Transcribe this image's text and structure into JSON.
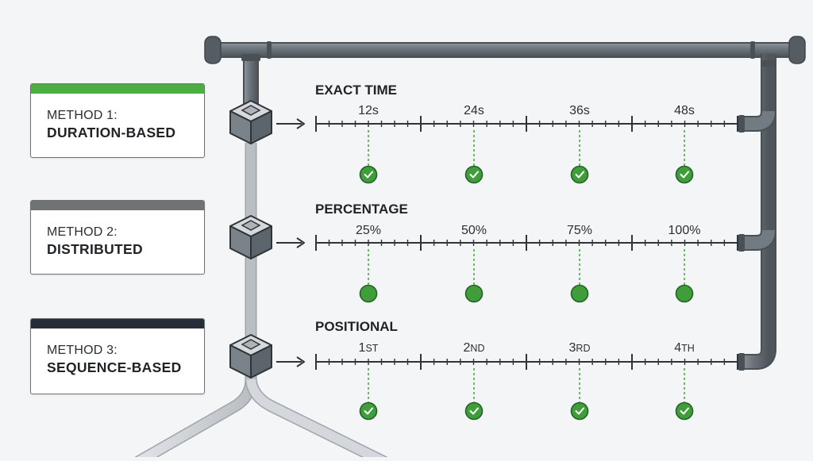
{
  "colors": {
    "pipe_dark": "#5f676e",
    "pipe_light": "#c9cdd1",
    "check_green": "#3f9e3a",
    "dash_green": "#4aab45",
    "card1_bar": "#4cae42",
    "card2_bar": "#6f7374",
    "card3_bar": "#252d38"
  },
  "methods": [
    {
      "line1": "METHOD 1:",
      "line2": "DURATION-BASED",
      "section_title": "EXACT TIME",
      "labels": [
        "12s",
        "24s",
        "36s",
        "48s"
      ],
      "marker": "check-circle-icon"
    },
    {
      "line1": "METHOD 2:",
      "line2": "DISTRIBUTED",
      "section_title": "PERCENTAGE",
      "labels": [
        "25%",
        "50%",
        "75%",
        "100%"
      ],
      "marker": "filled-circle-icon"
    },
    {
      "line1": "METHOD 3:",
      "line2": "SEQUENCE-BASED",
      "section_title": "POSITIONAL",
      "labels": [
        {
          "num": "1",
          "suffix": "ST"
        },
        {
          "num": "2",
          "suffix": "ND"
        },
        {
          "num": "3",
          "suffix": "RD"
        },
        {
          "num": "4",
          "suffix": "TH"
        }
      ],
      "marker": "check-circle-icon"
    }
  ]
}
